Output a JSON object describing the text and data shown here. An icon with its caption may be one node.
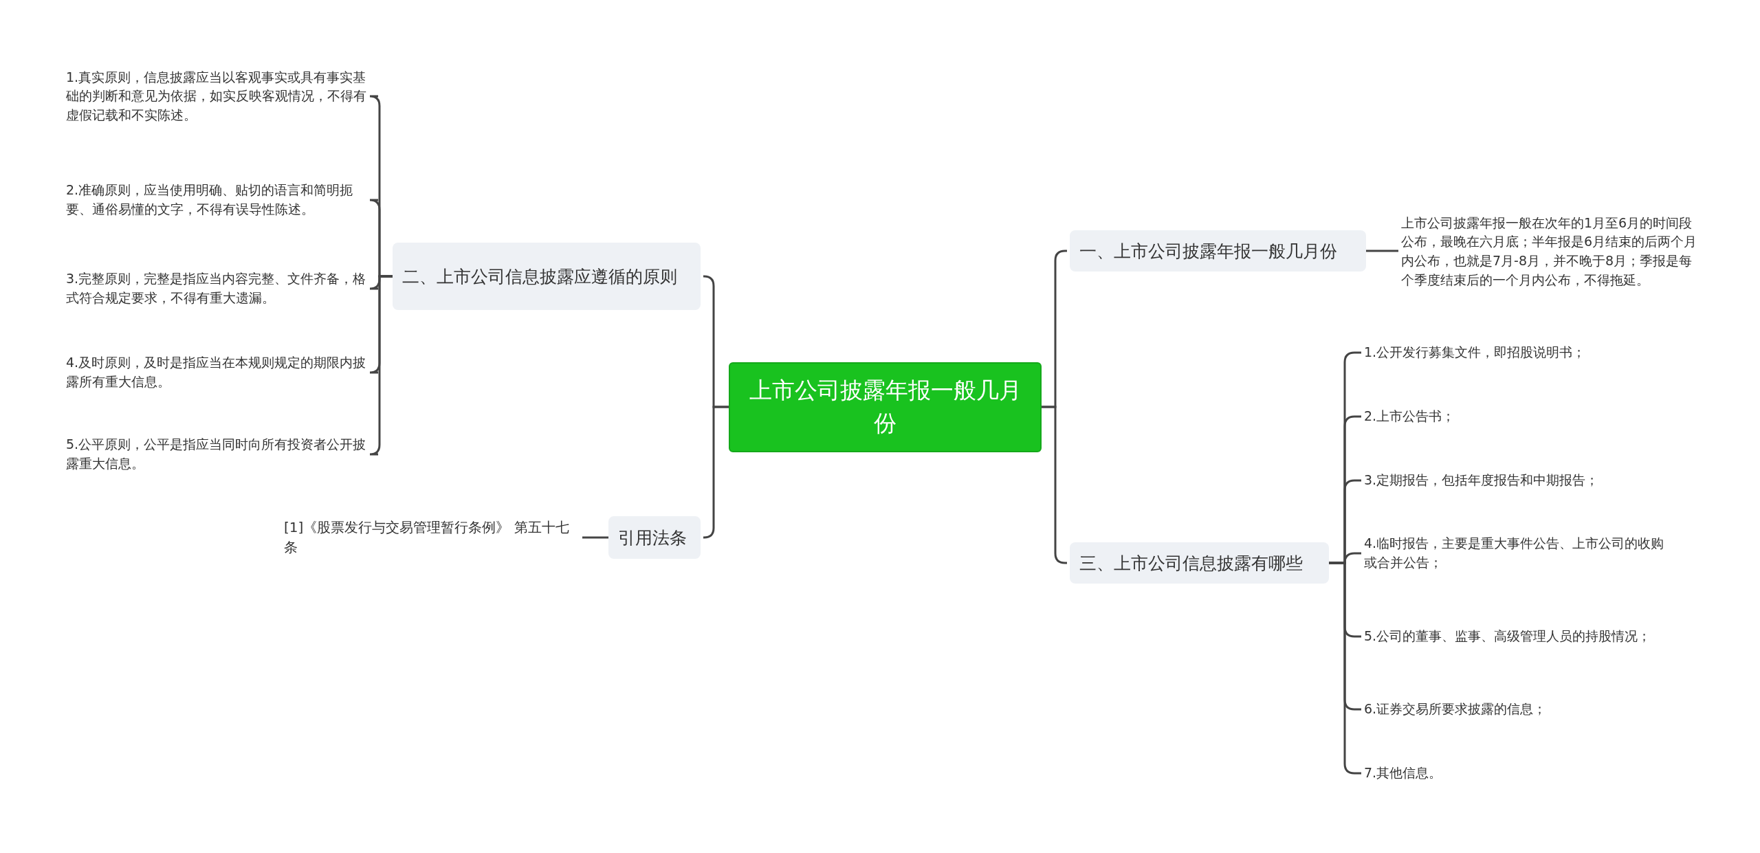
{
  "diagram": {
    "nodes": [
      {
        "text": [
          "上市公司披露年报一般几月份"
        ]
      },
      {
        "text": [
          "二、上市公司信息披露应遵循的原则"
        ]
      },
      {
        "text": [
          "1.真实原则，信息披露应当以客观事实或具有事实基础的判断和意见为依据，如实反映客观情况，不得有虚假记载和不实陈述。"
        ]
      },
      {
        "text": [
          "2.准确原则，应当使用明确、贴切的语言和简明扼要、通俗易懂的文字，不得有误导性陈述。"
        ]
      },
      {
        "text": [
          "3.完整原则，完整是指应当内容完整、文件齐备，格式符合规定要求，不得有重大遗漏。"
        ]
      },
      {
        "text": [
          "4.及时原则，及时是指应当在本规则规定的期限内披露所有重大信息。"
        ]
      },
      {
        "text": [
          "5.公平原则，公平是指应当同时向所有投资者公开披露重大信息。"
        ]
      },
      {
        "text": [
          "引用法条"
        ]
      },
      {
        "text": [
          "[1]《股票发行与交易管理暂行条例》 第五十七条"
        ]
      },
      {
        "text": [
          "一、上市公司披露年报一般几月份"
        ]
      },
      {
        "text": [
          "上市公司披露年报一般在次年的1月至6月的时间段公布，最晚在六月底；半年报是6月结束的后两个月内公布，也就是7月-8月，并不晚于8月；季报是每个季度结束后的一个月内公布，不得拖延。"
        ]
      },
      {
        "text": [
          "三、上市公司信息披露有哪些"
        ]
      },
      {
        "text": [
          "1.公开发行募集文件，即招股说明书；"
        ]
      },
      {
        "text": [
          "2.上市公告书；"
        ]
      },
      {
        "text": [
          "3.定期报告，包括年度报告和中期报告；"
        ]
      },
      {
        "text": [
          "4.临时报告，主要是重大事件公告、上市公司的收购或合并公告；"
        ]
      },
      {
        "text": [
          "5.公司的董事、监事、高级管理人员的持股情况；"
        ]
      },
      {
        "text": [
          "6.证券交易所要求披露的信息；"
        ]
      },
      {
        "text": [
          "7.其他信息。"
        ]
      }
    ],
    "edges": [
      {
        "from": 0,
        "to": 1,
        "arrow": "none"
      },
      {
        "from": 0,
        "to": 7,
        "arrow": "none"
      },
      {
        "from": 0,
        "to": 9,
        "arrow": "none"
      },
      {
        "from": 0,
        "to": 11,
        "arrow": "none"
      },
      {
        "from": 1,
        "to": 2,
        "arrow": "none"
      },
      {
        "from": 1,
        "to": 3,
        "arrow": "none"
      },
      {
        "from": 1,
        "to": 4,
        "arrow": "none"
      },
      {
        "from": 1,
        "to": 5,
        "arrow": "none"
      },
      {
        "from": 1,
        "to": 6,
        "arrow": "none"
      },
      {
        "from": 7,
        "to": 8,
        "arrow": "none"
      },
      {
        "from": 9,
        "to": 10,
        "arrow": "none"
      },
      {
        "from": 11,
        "to": 12,
        "arrow": "none"
      },
      {
        "from": 11,
        "to": 13,
        "arrow": "none"
      },
      {
        "from": 11,
        "to": 14,
        "arrow": "none"
      },
      {
        "from": 11,
        "to": 15,
        "arrow": "none"
      },
      {
        "from": 11,
        "to": 16,
        "arrow": "none"
      },
      {
        "from": 11,
        "to": 17,
        "arrow": "none"
      },
      {
        "from": 11,
        "to": 18,
        "arrow": "none"
      }
    ]
  }
}
